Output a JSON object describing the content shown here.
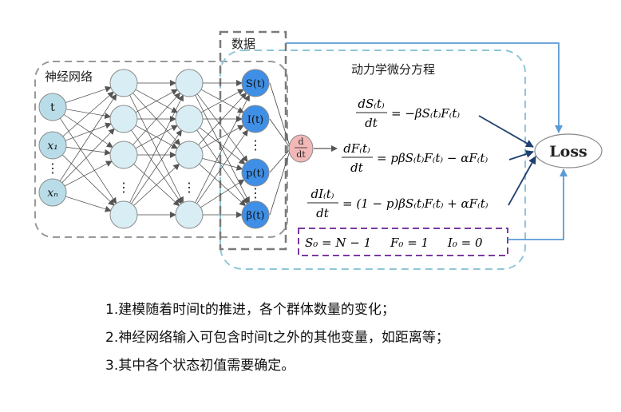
{
  "labels": {
    "neural_network": "神经网络",
    "data": "数据",
    "dynamics": "动力学微分方程",
    "loss": "Loss",
    "derivative_top": "d",
    "derivative_bottom": "dt"
  },
  "inputs": [
    "t",
    "x₁",
    "⋮",
    "xₙ"
  ],
  "outputs": [
    "S(t)",
    "I(t)",
    "⋮",
    "p(t)",
    "⋮",
    "β(t)"
  ],
  "equations": [
    {
      "num": "dS₍t₎",
      "den": "dt",
      "rhs": "= −βS₍t₎F₍t₎"
    },
    {
      "num": "dF₍t₎",
      "den": "dt",
      "rhs": "= pβS₍t₎F₍t₎ − αF₍t₎"
    },
    {
      "num": "dI₍t₎",
      "den": "dt",
      "rhs": "= (1 − p)βS₍t₎F₍t₎ + αF₍t₎"
    }
  ],
  "initial_conditions": "S₀ = N − 1     F₀ = 1     I₀ = 0",
  "notes": [
    "1.建模随着时间t的推进，各个群体数量的变化；",
    "2.神经网络输入可包含时间t之外的其他变量，如距离等；",
    "3.其中各个状态初值需要确定。"
  ],
  "colors": {
    "input_node": "#b9dde8",
    "hidden_node": "#d8eef4",
    "output_node": "#3f8fe6",
    "derivative_node": "#f2b8b8",
    "dynamics_border": "#8fc6d8",
    "data_border": "#7a7a7a",
    "initial_border": "#7b3aa0",
    "arrow_blue": "#5b9bd5",
    "arrow_navy": "#1f3f6e"
  }
}
